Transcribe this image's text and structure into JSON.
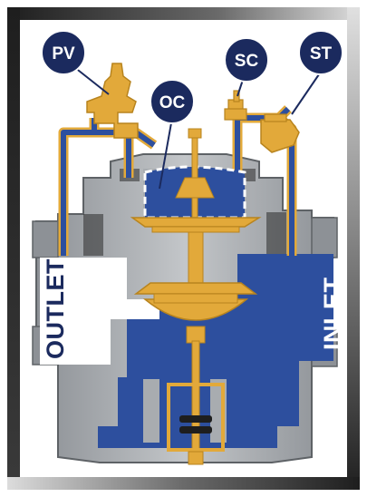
{
  "diagram": {
    "callouts": [
      {
        "id": "pv",
        "label": "PV"
      },
      {
        "id": "oc",
        "label": "OC"
      },
      {
        "id": "sc",
        "label": "SC"
      },
      {
        "id": "st",
        "label": "ST"
      }
    ],
    "side_labels": {
      "outlet": "OUTLET",
      "inlet": "INLET"
    },
    "colors": {
      "navy": "#1b2a5e",
      "blue": "#2d4f9e",
      "gold": "#e2a93a",
      "gold_dark": "#b8841e",
      "grey": "#a8acb0",
      "grey_dark": "#6f7377",
      "frame_dark": "#2c2c2c"
    }
  }
}
